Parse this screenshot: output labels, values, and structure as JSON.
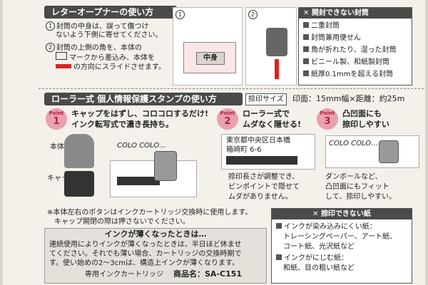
{
  "opener": {
    "title": "レターオープナーの使い方",
    "steps": [
      "封筒の中身は、誤って傷つけ",
      "ないよう下側に寄せてください。",
      "封筒の上側の角を、本体の",
      "マークから差込み、本体を",
      "の方向にスライドさせます。"
    ],
    "step_nums": [
      "1",
      "2"
    ],
    "diagram_nums": [
      "1",
      "2"
    ],
    "diagram_label": "中身",
    "cannot_title": "開封できない封筒",
    "cannot_items": [
      "二重封筒",
      "封筒兼用便せん",
      "角が折れたり、湿った封筒",
      "ビニール製、和紙製封筒",
      "紙厚0.1mmを超える封筒"
    ]
  },
  "roller": {
    "title": "ローラー式 個人情報保護スタンプの使い方",
    "spec_label": "捺印サイズ",
    "spec_value": "印面：15mm幅×距離：約25m",
    "points": [
      {
        "label": "Point",
        "num": "1",
        "lines": [
          "キャップをはずし、コロコロするだけ!",
          "インク転写式で濃き長持ち。"
        ]
      },
      {
        "label": "Point",
        "num": "2",
        "lines": [
          "ローラー式で",
          "ムダなく隠せる!"
        ]
      },
      {
        "label": "Point",
        "num": "3",
        "lines": [
          "凸凹面にも",
          "捺印しやすい"
        ]
      }
    ],
    "body_label": "本体",
    "cap_label": "キャップ",
    "colo_text": "COLO COLO…",
    "address": [
      "東京都中央区日本橋",
      "箱崎町 6-6"
    ],
    "point2_desc": [
      "捺印長さが調整でき、",
      "ピンポイントで隠せて",
      "ムダがありません。"
    ],
    "point3_desc": [
      "ダンボールなど、",
      "凸凹面にもフィット",
      "して、捺印しやすい。"
    ],
    "note": [
      "※本体左右のボタンはインクカートリッジ交換時に使用します。",
      "キャップ開閉の際は押さないでください。"
    ]
  },
  "ink": {
    "title": "インクが薄くなったときは…",
    "lines": [
      "連続使用によりインクが薄くなったときは、半日ほど休ませ",
      "てください。それでも薄い場合、カートリッジの交換時期で",
      "す。使い始めの2～3cmは、構造上インクが薄くなります。"
    ],
    "cartridge_label": "専用インクカートリッジ",
    "product_label": "商品名：SA-C151"
  },
  "cannot_paper": {
    "title": "捺印できない紙",
    "items": [
      "インクが染み込みにくい紙：",
      "トレーシングペーパー、アート紙、",
      "コート紙、光沢紙など",
      "インクがにじむ紙：",
      "和紙、目の粗い紙など"
    ]
  }
}
